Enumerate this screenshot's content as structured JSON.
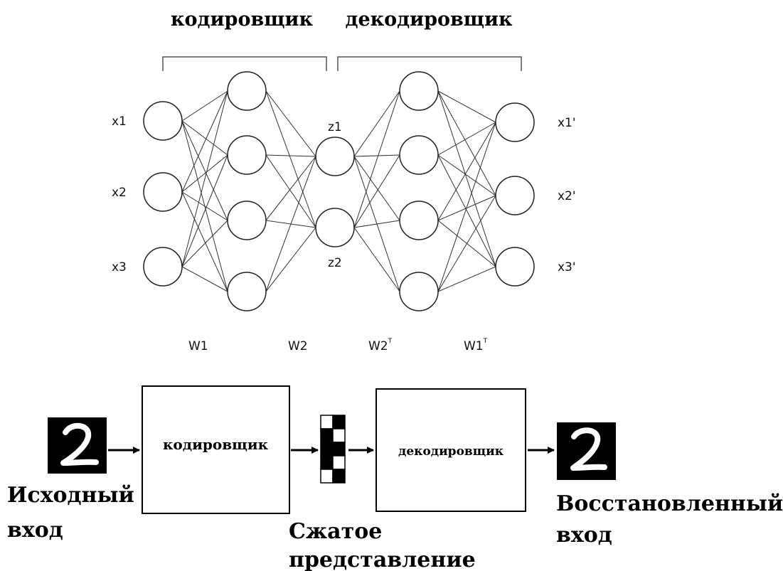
{
  "network": {
    "sections": {
      "encoder_label": "кодировщик",
      "decoder_label": "декодировщик"
    },
    "layers": [
      {
        "name": "input",
        "nodes": [
          "x1",
          "x2",
          "x3"
        ]
      },
      {
        "name": "encoder-hidden",
        "nodes": [
          "",
          "",
          "",
          ""
        ]
      },
      {
        "name": "code",
        "nodes": [
          "z1",
          "z2"
        ]
      },
      {
        "name": "decoder-hidden",
        "nodes": [
          "",
          "",
          "",
          ""
        ]
      },
      {
        "name": "output",
        "nodes": [
          "x1'",
          "x2'",
          "x3'"
        ]
      }
    ],
    "weights": [
      {
        "base": "W1",
        "sup": ""
      },
      {
        "base": "W2",
        "sup": ""
      },
      {
        "base": "W2",
        "sup": "T"
      },
      {
        "base": "W1",
        "sup": "T"
      }
    ]
  },
  "pipeline": {
    "encoder_box_label": "кодировщик",
    "decoder_box_label": "декодировщик",
    "input_caption": [
      "Исходный",
      "вход"
    ],
    "code_caption": [
      "Сжатое",
      "представление"
    ],
    "output_caption": [
      "Восстановленный",
      "вход"
    ],
    "code_cells": [
      1,
      0,
      0,
      1,
      0,
      0,
      0,
      1,
      1,
      0
    ],
    "colors": {
      "stroke": "#000000",
      "fill_white": "#ffffff",
      "digit_bg": "#000000",
      "digit_stroke": "#ffffff"
    }
  }
}
